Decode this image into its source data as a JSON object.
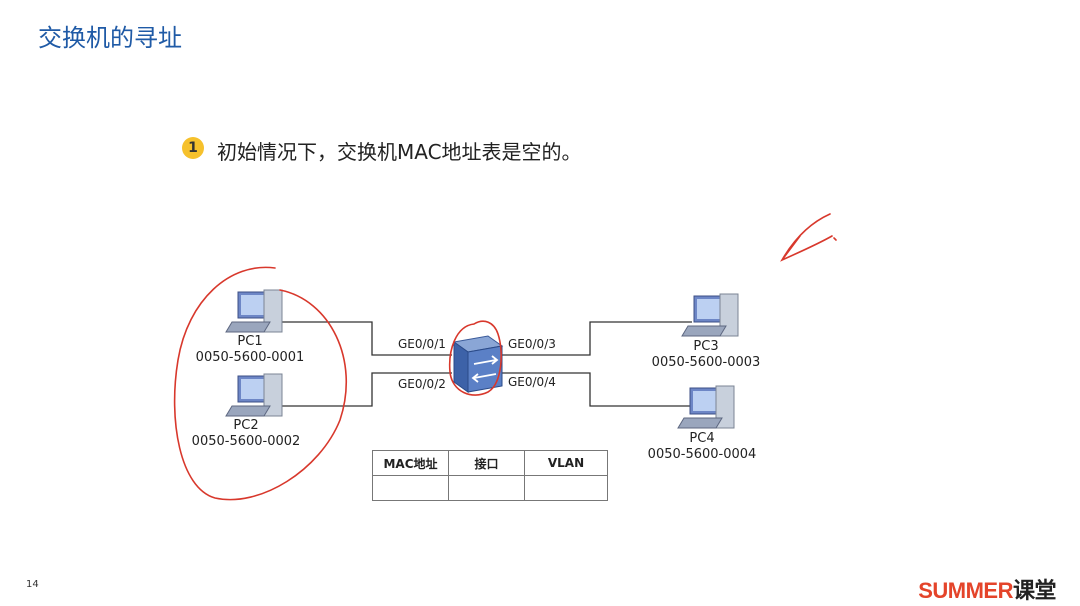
{
  "title": "交换机的寻址",
  "step": {
    "number": "1",
    "text": "初始情况下，交换机MAC地址表是空的。"
  },
  "pcs": [
    {
      "name": "PC1",
      "mac": "0050-5600-0001"
    },
    {
      "name": "PC2",
      "mac": "0050-5600-0002"
    },
    {
      "name": "PC3",
      "mac": "0050-5600-0003"
    },
    {
      "name": "PC4",
      "mac": "0050-5600-0004"
    }
  ],
  "ports": [
    "GE0/0/1",
    "GE0/0/2",
    "GE0/0/3",
    "GE0/0/4"
  ],
  "mac_table": {
    "headers": [
      "MAC地址",
      "接口",
      "VLAN"
    ]
  },
  "page_number": "14",
  "logo": {
    "brand": "SUMMER",
    "suffix": "课堂"
  },
  "colors": {
    "title": "#1f5aa6",
    "bullet": "#f6c12c",
    "annotation": "#d8382c",
    "logo": "#e4442a"
  }
}
